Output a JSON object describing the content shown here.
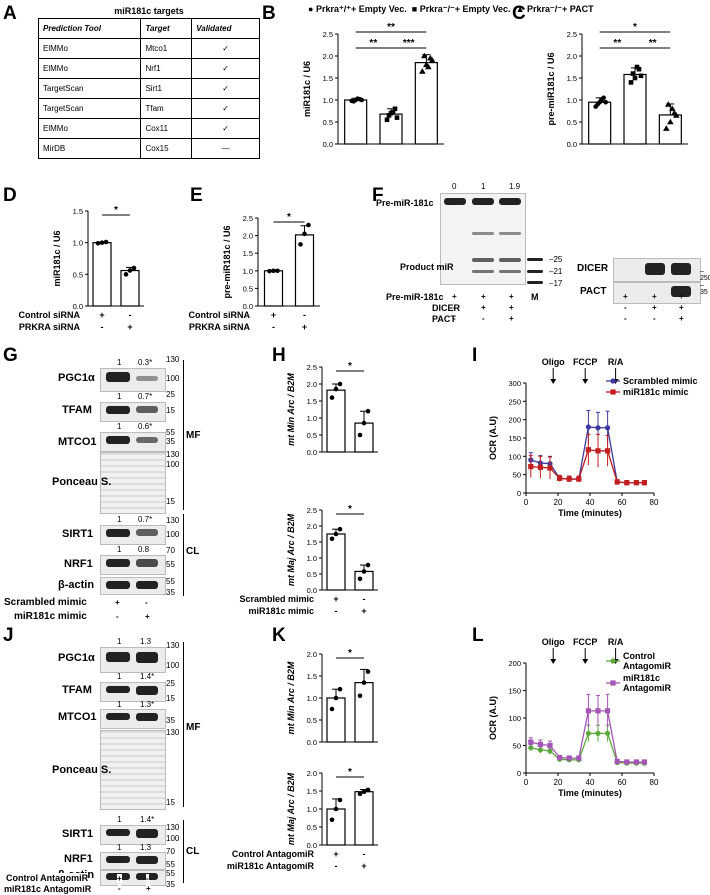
{
  "panels": {
    "A": "A",
    "B": "B",
    "C": "C",
    "D": "D",
    "E": "E",
    "F": "F",
    "G": "G",
    "H": "H",
    "I": "I",
    "J": "J",
    "K": "K",
    "L": "L"
  },
  "table": {
    "title": "miR181c targets",
    "headers": [
      "Prediction Tool",
      "Target",
      "Validated"
    ],
    "rows": [
      {
        "tool": "ElMMo",
        "target": "Mtco1",
        "validated": "✓"
      },
      {
        "tool": "ElMMo",
        "target": "Nrf1",
        "validated": "✓"
      },
      {
        "tool": "TargetScan",
        "target": "Sirt1",
        "validated": "✓"
      },
      {
        "tool": "TargetScan",
        "target": "Tfam",
        "validated": "✓"
      },
      {
        "tool": "ElMMo",
        "target": "Cox11",
        "validated": "✓"
      },
      {
        "tool": "MirDB",
        "target": "Cox15",
        "validated": "—"
      }
    ]
  },
  "legend_bc": {
    "wt": "Prkra⁺/⁺+ Empty Vec.",
    "ko": "Prkra⁻/⁻+ Empty Vec.",
    "pact": "Prkra⁻/⁻+ PACT"
  },
  "blots": {
    "F": {
      "top_nums": [
        "0",
        "1",
        "1.9"
      ],
      "pre_label": "Pre-miR-181c",
      "product_label": "Product miR",
      "markers": [
        "25",
        "21",
        "17"
      ],
      "lane_m": "M",
      "dicer_label": "DICER",
      "pact_label": "PACT",
      "mw_250": "250",
      "mw_35": "35",
      "row_labels": [
        "Pre-miR-181c",
        "DICER",
        "PACT"
      ],
      "row_signs": [
        [
          "+",
          "+",
          "+"
        ],
        [
          "-",
          "+",
          "+"
        ],
        [
          "-",
          "-",
          "+"
        ]
      ],
      "right_signs": [
        [
          "+",
          "+",
          "+"
        ],
        [
          "-",
          "+",
          "+"
        ],
        [
          "-",
          "-",
          "+"
        ]
      ]
    },
    "G": {
      "labels": [
        "PGC1α",
        "TFAM",
        "MTCO1",
        "Ponceau S.",
        "SIRT1",
        "NRF1",
        "β-actin"
      ],
      "nums": {
        "pgc": [
          "1",
          "0.3*"
        ],
        "tfam": [
          "1",
          "0.7*"
        ],
        "mtco": [
          "1",
          "0.6*"
        ],
        "sirt": [
          "1",
          "0.7*"
        ],
        "nrf": [
          "1",
          "0.8"
        ]
      },
      "mw": [
        "130",
        "100",
        "25",
        "15",
        "55",
        "35",
        "130",
        "100",
        "15",
        "130",
        "100",
        "70",
        "55",
        "55",
        "35"
      ],
      "mf": "MF",
      "cl": "CL",
      "rows": [
        "Scrambled mimic",
        "miR181c mimic"
      ],
      "signs": [
        [
          "+",
          "-"
        ],
        [
          "-",
          "+"
        ]
      ]
    },
    "J": {
      "labels": [
        "PGC1α",
        "TFAM",
        "MTCO1",
        "Ponceau S.",
        "SIRT1",
        "NRF1",
        "β-actin"
      ],
      "nums": {
        "pgc": [
          "1",
          "1.3"
        ],
        "tfam": [
          "1",
          "1.4*"
        ],
        "mtco": [
          "1",
          "1.3*"
        ],
        "sirt": [
          "1",
          "1.4*"
        ],
        "nrf": [
          "1",
          "1.3"
        ]
      },
      "mw": [
        "130",
        "100",
        "25",
        "15",
        "35",
        "130",
        "15",
        "130",
        "100",
        "70",
        "55",
        "55",
        "35"
      ],
      "mf": "MF",
      "cl": "CL",
      "rows": [
        "Control AntagomiR",
        "miR181c AntagomiR"
      ],
      "signs": [
        [
          "+",
          "-"
        ],
        [
          "-",
          "+"
        ]
      ]
    }
  },
  "chart_data": [
    {
      "panel": "B",
      "type": "bar",
      "ylabel": "miR181c / U6",
      "ylim": [
        0,
        2.5
      ],
      "yticks": [
        "0.0",
        "0.5",
        "1.0",
        "1.5",
        "2.0",
        "2.5"
      ],
      "categories": [
        "Prkra+/+ Empty Vec.",
        "Prkra-/- Empty Vec.",
        "Prkra-/- PACT"
      ],
      "values": [
        1.0,
        0.68,
        1.85
      ],
      "sd": [
        0.04,
        0.12,
        0.18
      ],
      "points": [
        [
          0.98,
          1.0,
          1.02,
          0.97,
          1.03,
          1.0
        ],
        [
          0.55,
          0.7,
          0.8,
          0.65,
          0.72,
          0.6
        ],
        [
          1.65,
          1.8,
          1.95,
          2.0,
          1.75,
          1.9
        ]
      ],
      "markers": [
        "circle",
        "square",
        "triangle"
      ],
      "sig": [
        "**",
        "**",
        "***"
      ]
    },
    {
      "panel": "C",
      "type": "bar",
      "ylabel": "pre-miR181c / U6",
      "ylim": [
        0,
        2.5
      ],
      "yticks": [
        "0.0",
        "0.5",
        "1.0",
        "1.5",
        "2.0",
        "2.5"
      ],
      "categories": [
        "Prkra+/+ Empty Vec.",
        "Prkra-/- Empty Vec.",
        "Prkra-/- PACT"
      ],
      "values": [
        0.95,
        1.58,
        0.66
      ],
      "sd": [
        0.1,
        0.15,
        0.25
      ],
      "points": [
        [
          0.85,
          0.95,
          1.05,
          0.9,
          1.0,
          0.95
        ],
        [
          1.4,
          1.5,
          1.7,
          1.6,
          1.75,
          1.55
        ],
        [
          0.35,
          0.5,
          0.7,
          0.9,
          0.8,
          0.65
        ]
      ],
      "markers": [
        "circle",
        "square",
        "triangle"
      ],
      "sig": [
        "*",
        "**",
        "**"
      ]
    },
    {
      "panel": "D",
      "type": "bar",
      "ylabel": "miR181c / U6",
      "ylim": [
        0,
        1.5
      ],
      "yticks": [
        "0.0",
        "0.5",
        "1.0",
        "1.5"
      ],
      "categories": [
        "Control siRNA",
        "PRKRA siRNA"
      ],
      "values": [
        1.0,
        0.56
      ],
      "sd": [
        0.01,
        0.05
      ],
      "points": [
        [
          0.99,
          1.0,
          1.01
        ],
        [
          0.5,
          0.56,
          0.6
        ]
      ],
      "sig": [
        "*"
      ],
      "row_labels": [
        "Control siRNA",
        "PRKRA siRNA"
      ],
      "row_signs": [
        [
          "+",
          "-"
        ],
        [
          "-",
          "+"
        ]
      ]
    },
    {
      "panel": "E",
      "type": "bar",
      "ylabel": "pre-miR181c / U6",
      "ylim": [
        0,
        2.5
      ],
      "yticks": [
        "0.0",
        "0.5",
        "1.0",
        "1.5",
        "2.0",
        "2.5"
      ],
      "categories": [
        "Control siRNA",
        "PRKRA siRNA"
      ],
      "values": [
        1.0,
        2.02
      ],
      "sd": [
        0.01,
        0.26
      ],
      "points": [
        [
          0.99,
          1.0,
          1.0
        ],
        [
          1.75,
          2.05,
          2.3
        ]
      ],
      "sig": [
        "*"
      ],
      "row_labels": [
        "Control siRNA",
        "PRKRA siRNA"
      ],
      "row_signs": [
        [
          "+",
          "-"
        ],
        [
          "-",
          "+"
        ]
      ]
    },
    {
      "panel": "H",
      "type": "bar",
      "ylabel": "mt Min Arc / B2M",
      "ylim": [
        0,
        2.5
      ],
      "yticks": [
        "0.0",
        "0.5",
        "1.0",
        "1.5",
        "2.0",
        "2.5"
      ],
      "categories": [
        "Scrambled mimic",
        "miR181c mimic"
      ],
      "values": [
        1.82,
        0.85
      ],
      "sd": [
        0.18,
        0.35
      ],
      "points": [
        [
          1.6,
          1.85,
          2.0
        ],
        [
          0.5,
          0.85,
          1.2
        ]
      ],
      "sig": [
        "*"
      ]
    },
    {
      "panel": "H2",
      "type": "bar",
      "ylabel": "mt Maj Arc / B2M",
      "ylim": [
        0,
        2.5
      ],
      "yticks": [
        "0.0",
        "0.5",
        "1.0",
        "1.5",
        "2.0",
        "2.5"
      ],
      "categories": [
        "Scrambled mimic",
        "miR181c mimic"
      ],
      "values": [
        1.75,
        0.58
      ],
      "sd": [
        0.15,
        0.2
      ],
      "points": [
        [
          1.6,
          1.75,
          1.9
        ],
        [
          0.35,
          0.58,
          0.78
        ]
      ],
      "sig": [
        "*"
      ],
      "row_labels": [
        "Scrambled mimic",
        "miR181c mimic"
      ],
      "row_signs": [
        [
          "+",
          "-"
        ],
        [
          "-",
          "+"
        ]
      ]
    },
    {
      "panel": "K",
      "type": "bar",
      "ylabel": "mt Min Arc / B2M",
      "ylim": [
        0,
        2.0
      ],
      "yticks": [
        "0.0",
        "0.5",
        "1.0",
        "1.5",
        "2.0"
      ],
      "categories": [
        "Control AntagomiR",
        "miR181c AntagomiR"
      ],
      "values": [
        1.0,
        1.35
      ],
      "sd": [
        0.2,
        0.3
      ],
      "points": [
        [
          0.75,
          1.0,
          1.2
        ],
        [
          1.05,
          1.35,
          1.6
        ]
      ],
      "sig": [
        "*"
      ]
    },
    {
      "panel": "K2",
      "type": "bar",
      "ylabel": "mt Maj Arc / B2M",
      "ylim": [
        0,
        2.0
      ],
      "yticks": [
        "0.0",
        "0.5",
        "1.0",
        "1.5",
        "2.0"
      ],
      "categories": [
        "Control AntagomiR",
        "miR181c AntagomiR"
      ],
      "values": [
        1.0,
        1.48
      ],
      "sd": [
        0.28,
        0.06
      ],
      "points": [
        [
          0.7,
          1.0,
          1.25
        ],
        [
          1.42,
          1.48,
          1.53
        ]
      ],
      "sig": [
        "*"
      ],
      "row_labels": [
        "Control AntagomiR",
        "miR181c AntagomiR"
      ],
      "row_signs": [
        [
          "+",
          "-"
        ],
        [
          "-",
          "+"
        ]
      ]
    },
    {
      "panel": "I",
      "type": "line",
      "xlabel": "Time (minutes)",
      "ylabel": "OCR (A.U)",
      "xlim": [
        0,
        80
      ],
      "ylim": [
        0,
        300
      ],
      "xticks": [
        "0",
        "20",
        "40",
        "60",
        "80"
      ],
      "yticks": [
        "0",
        "50",
        "100",
        "150",
        "200",
        "250",
        "300"
      ],
      "arrows": [
        "Oligo",
        "FCCP",
        "R/A"
      ],
      "arrow_x": [
        17,
        37,
        56
      ],
      "x": [
        3,
        9,
        15,
        21,
        27,
        33,
        39,
        45,
        51,
        57,
        63,
        69,
        74
      ],
      "series": [
        {
          "name": "Scrambled mimic",
          "color": "#3f3aa0",
          "marker": "circle",
          "values": [
            90,
            82,
            80,
            40,
            38,
            38,
            180,
            178,
            178,
            30,
            28,
            28,
            28
          ],
          "err": [
            20,
            20,
            20,
            8,
            8,
            8,
            45,
            42,
            45,
            6,
            6,
            6,
            6
          ]
        },
        {
          "name": "miR181c mimic",
          "color": "#c21e1e",
          "marker": "square",
          "values": [
            72,
            70,
            68,
            40,
            38,
            38,
            118,
            115,
            115,
            30,
            28,
            28,
            28
          ],
          "err": [
            30,
            30,
            30,
            8,
            8,
            8,
            42,
            45,
            42,
            6,
            6,
            6,
            6
          ]
        }
      ]
    },
    {
      "panel": "L",
      "type": "line",
      "xlabel": "Time (minutes)",
      "ylabel": "OCR (A.U)",
      "xlim": [
        0,
        80
      ],
      "ylim": [
        0,
        200
      ],
      "xticks": [
        "0",
        "20",
        "40",
        "60",
        "80"
      ],
      "yticks": [
        "0",
        "50",
        "100",
        "150",
        "200"
      ],
      "arrows": [
        "Oligo",
        "FCCP",
        "R/A"
      ],
      "arrow_x": [
        17,
        37,
        56
      ],
      "x": [
        3,
        9,
        15,
        21,
        27,
        33,
        39,
        45,
        51,
        57,
        63,
        69,
        74
      ],
      "series": [
        {
          "name": "Control AntagomiR",
          "color": "#5daa3c",
          "marker": "circle",
          "values": [
            46,
            42,
            40,
            25,
            24,
            24,
            72,
            72,
            72,
            19,
            18,
            18,
            18
          ],
          "err": [
            6,
            6,
            6,
            4,
            4,
            4,
            15,
            15,
            15,
            3,
            3,
            3,
            3
          ]
        },
        {
          "name": "miR181c AntagomiR",
          "color": "#a356b5",
          "marker": "square",
          "values": [
            56,
            52,
            50,
            28,
            27,
            27,
            113,
            113,
            113,
            21,
            20,
            20,
            20
          ],
          "err": [
            8,
            8,
            8,
            4,
            4,
            4,
            30,
            28,
            30,
            3,
            3,
            3,
            3
          ]
        }
      ]
    }
  ]
}
